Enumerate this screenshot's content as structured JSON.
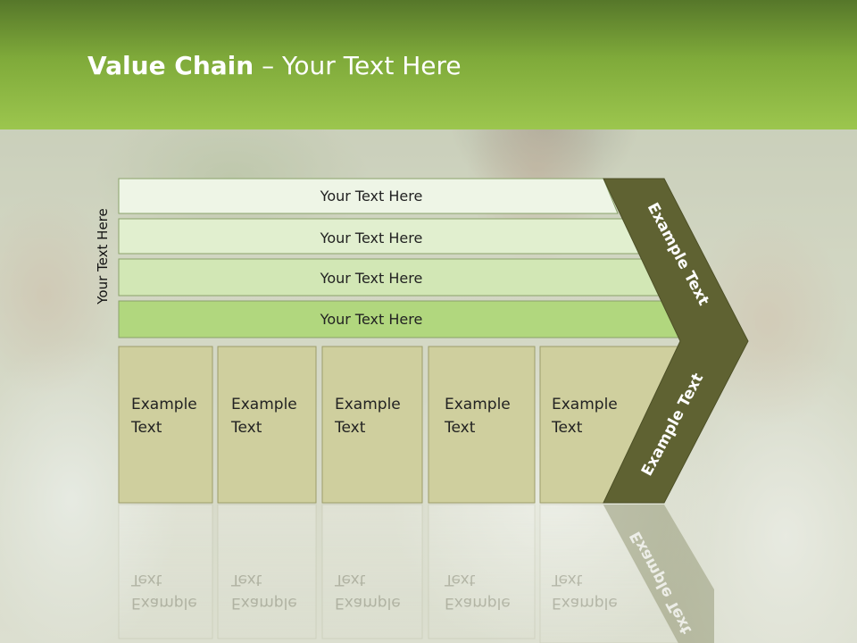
{
  "slide": {
    "title_bold": "Value Chain",
    "title_rest": " – Your Text Here",
    "side_label": "Your Text Here"
  },
  "rows": [
    {
      "label": "Your Text Here",
      "fill": "#eef5e6"
    },
    {
      "label": "Your Text Here",
      "fill": "#e1efcf"
    },
    {
      "label": "Your Text Here",
      "fill": "#d2e7b5"
    },
    {
      "label": "Your Text Here",
      "fill": "#b1d77e"
    }
  ],
  "columns": [
    {
      "line1": "Example",
      "line2": "Text"
    },
    {
      "line1": "Example",
      "line2": "Text"
    },
    {
      "line1": "Example",
      "line2": "Text"
    },
    {
      "line1": "Example",
      "line2": "Text"
    },
    {
      "line1": "Example",
      "line2": "Text"
    }
  ],
  "arrow": {
    "upper_label": "Example Text",
    "lower_label": "Example Text",
    "color": "#5f6232"
  },
  "colors": {
    "header_green": "#7faa3a",
    "column_fill": "#cfcf9e"
  }
}
